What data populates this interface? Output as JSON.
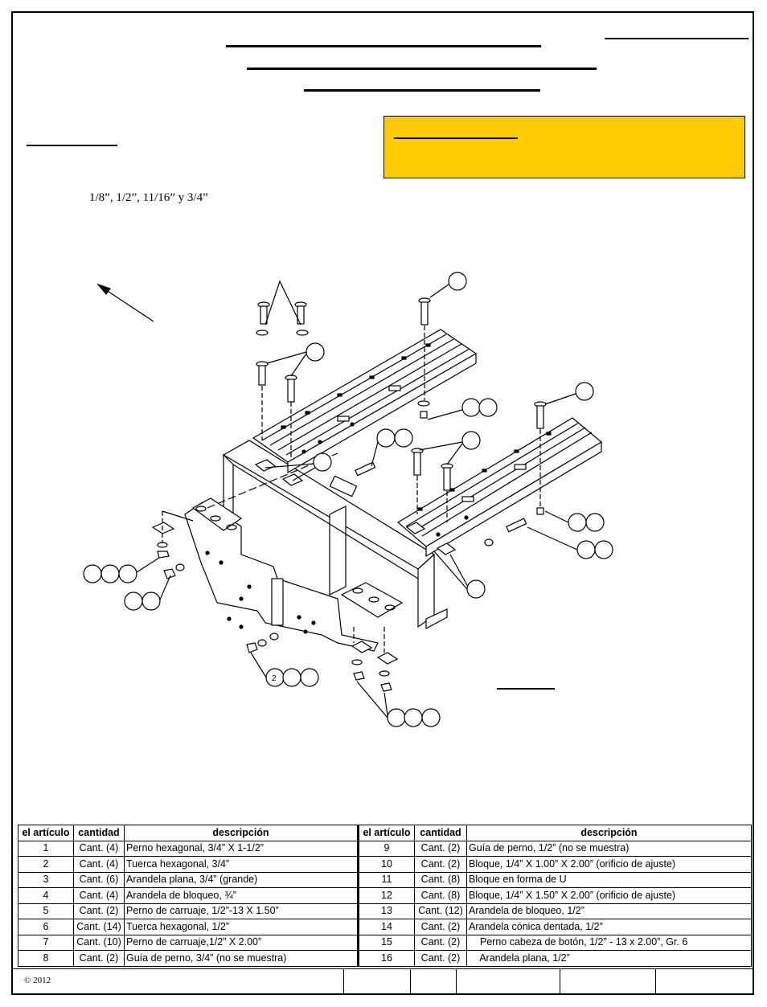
{
  "header": {
    "tools_text": "1/8”, 1/2”, 11/16” y 3/4”"
  },
  "callouts": {
    "step_label": "2"
  },
  "table": {
    "headers": [
      "el artículo",
      "cantidad",
      "descripción",
      "el artículo",
      "cantidad",
      "descripción"
    ],
    "rows": [
      [
        "1",
        "Cant. (4)",
        "Perno hexagonal, 3/4” X 1-1/2”",
        "9",
        "Cant. (2)",
        "Guía de perno, 1/2” (no se muestra)"
      ],
      [
        "2",
        "Cant. (4)",
        "Tuerca hexagonal, 3/4”",
        "10",
        "Cant. (2)",
        "Bloque, 1/4” X 1.00” X 2.00” (orificio de ajuste)"
      ],
      [
        "3",
        "Cant. (6)",
        "Arandela plana, 3/4” (grande)",
        "11",
        "Cant. (8)",
        "Bloque en forma de U"
      ],
      [
        "4",
        "Cant. (4)",
        "Arandela de bloqueo, ¾”",
        "12",
        "Cant. (8)",
        "Bloque, 1/4” X 1.50” X 2.00”  (orificio  de ajuste)"
      ],
      [
        "5",
        "Cant. (2)",
        "Perno de carruaje, 1/2”-13 X 1.50”",
        "13",
        "Cant. (12)",
        "Arandela de bloqueo, 1/2”"
      ],
      [
        "6",
        "Cant. (14)",
        "Tuerca hexagonal, 1/2”",
        "14",
        "Cant. (2)",
        "Arandela cónica dentada, 1/2”"
      ],
      [
        "7",
        "Cant. (10)",
        "Perno de carruaje,1/2” X 2.00”",
        "15",
        "Cant. (2)",
        "    Perno cabeza de botón, 1/2” - 13 x 2.00”, Gr. 6"
      ],
      [
        "8",
        "Cant. (2)",
        "Guía de perno, 3/4” (no se muestra)",
        "16",
        "Cant. (2)",
        "    Arandela plana, 1/2”"
      ]
    ]
  },
  "footer": {
    "copyright": "©  2012"
  }
}
